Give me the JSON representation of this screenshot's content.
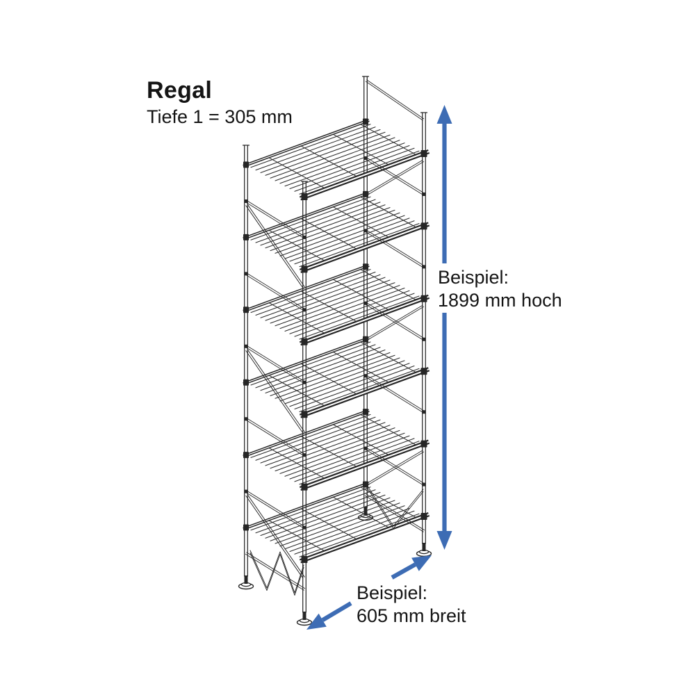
{
  "title": "Regal",
  "subtitle": "Tiefe 1 = 305 mm",
  "labels": {
    "height": {
      "line1": "Beispiel:",
      "line2": "1899 mm hoch"
    },
    "width": {
      "line1": "Beispiel:",
      "line2": "605 mm breit"
    }
  },
  "diagram": {
    "type": "isometric wireframe drawing of a wire shelving rack",
    "shelf_count": 6,
    "post_count": 4
  },
  "colors": {
    "ink": "#262626",
    "wire": "#2a2a2a",
    "arrow": "#3d6cb4",
    "background": "#ffffff"
  }
}
